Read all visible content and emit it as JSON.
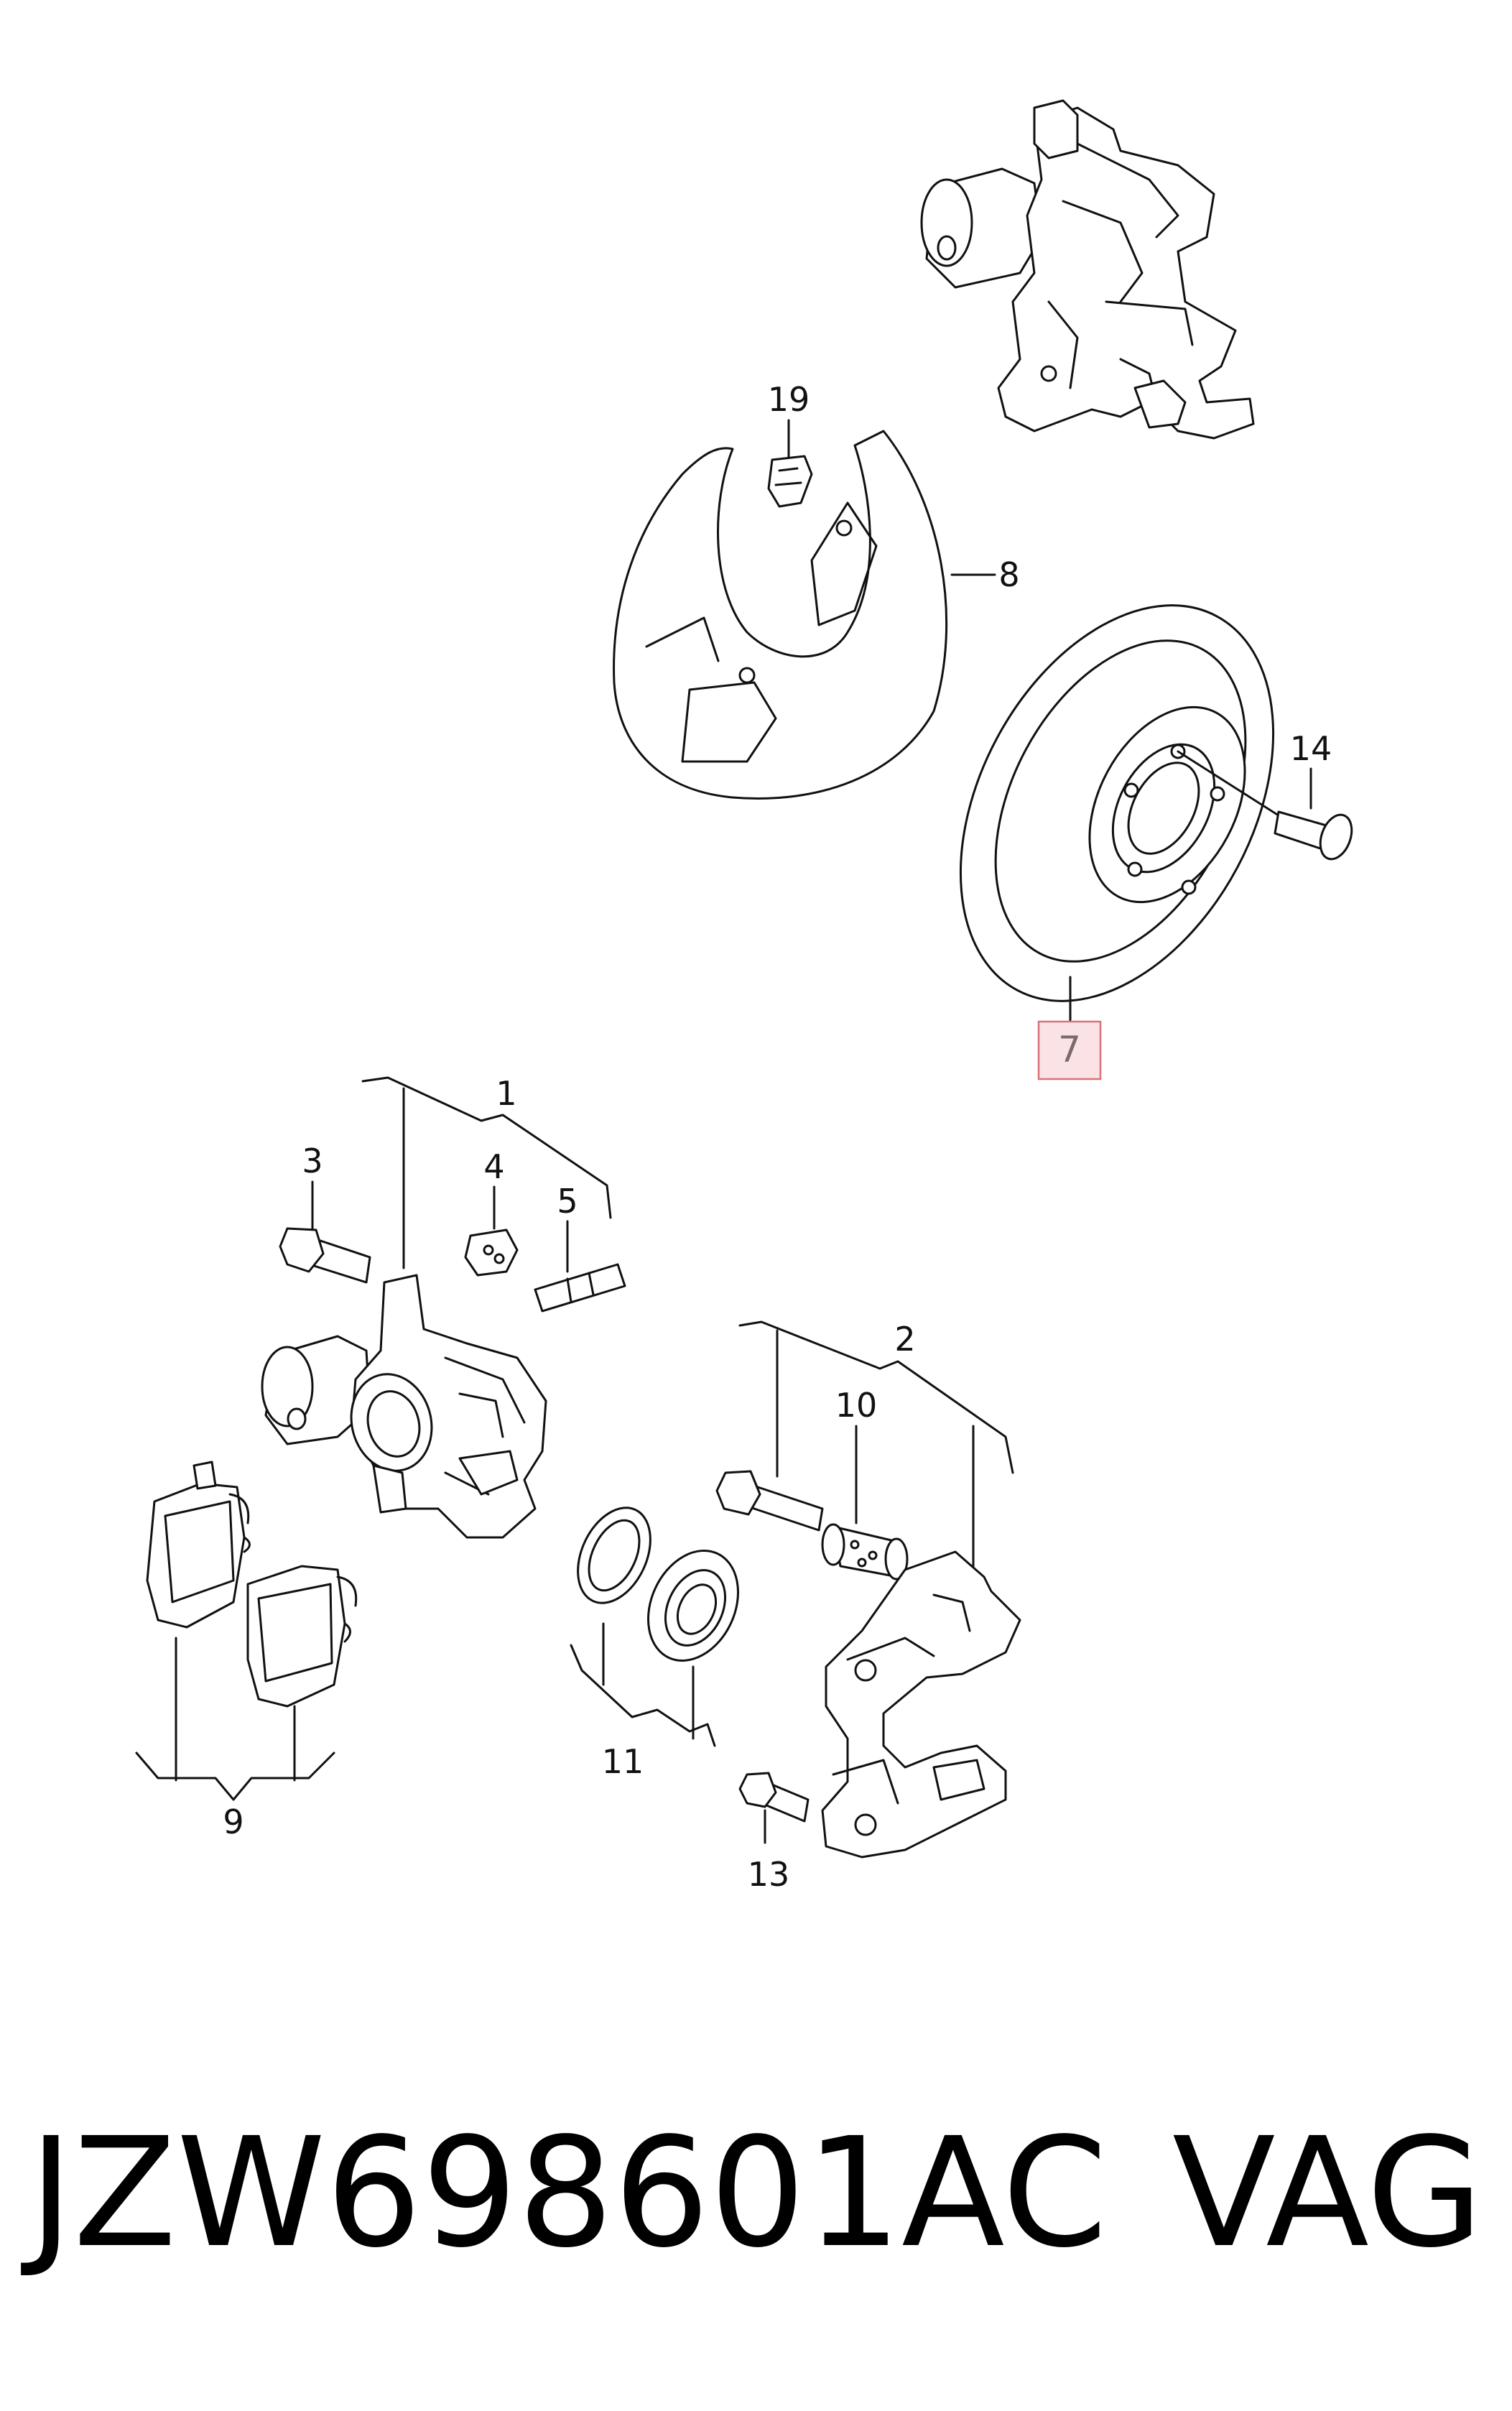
{
  "diagram": {
    "callouts": [
      {
        "id": "c1",
        "label": "1"
      },
      {
        "id": "c2",
        "label": "2"
      },
      {
        "id": "c3",
        "label": "3"
      },
      {
        "id": "c4",
        "label": "4"
      },
      {
        "id": "c5",
        "label": "5"
      },
      {
        "id": "c7",
        "label": "7",
        "highlighted": true
      },
      {
        "id": "c8",
        "label": "8"
      },
      {
        "id": "c9",
        "label": "9"
      },
      {
        "id": "c10",
        "label": "10"
      },
      {
        "id": "c11",
        "label": "11"
      },
      {
        "id": "c13",
        "label": "13"
      },
      {
        "id": "c14",
        "label": "14"
      },
      {
        "id": "c19",
        "label": "19"
      }
    ],
    "highlight_color": "#fbe3e5"
  },
  "footer": {
    "part_number": "JZW698601AC",
    "brand": "VAG"
  }
}
